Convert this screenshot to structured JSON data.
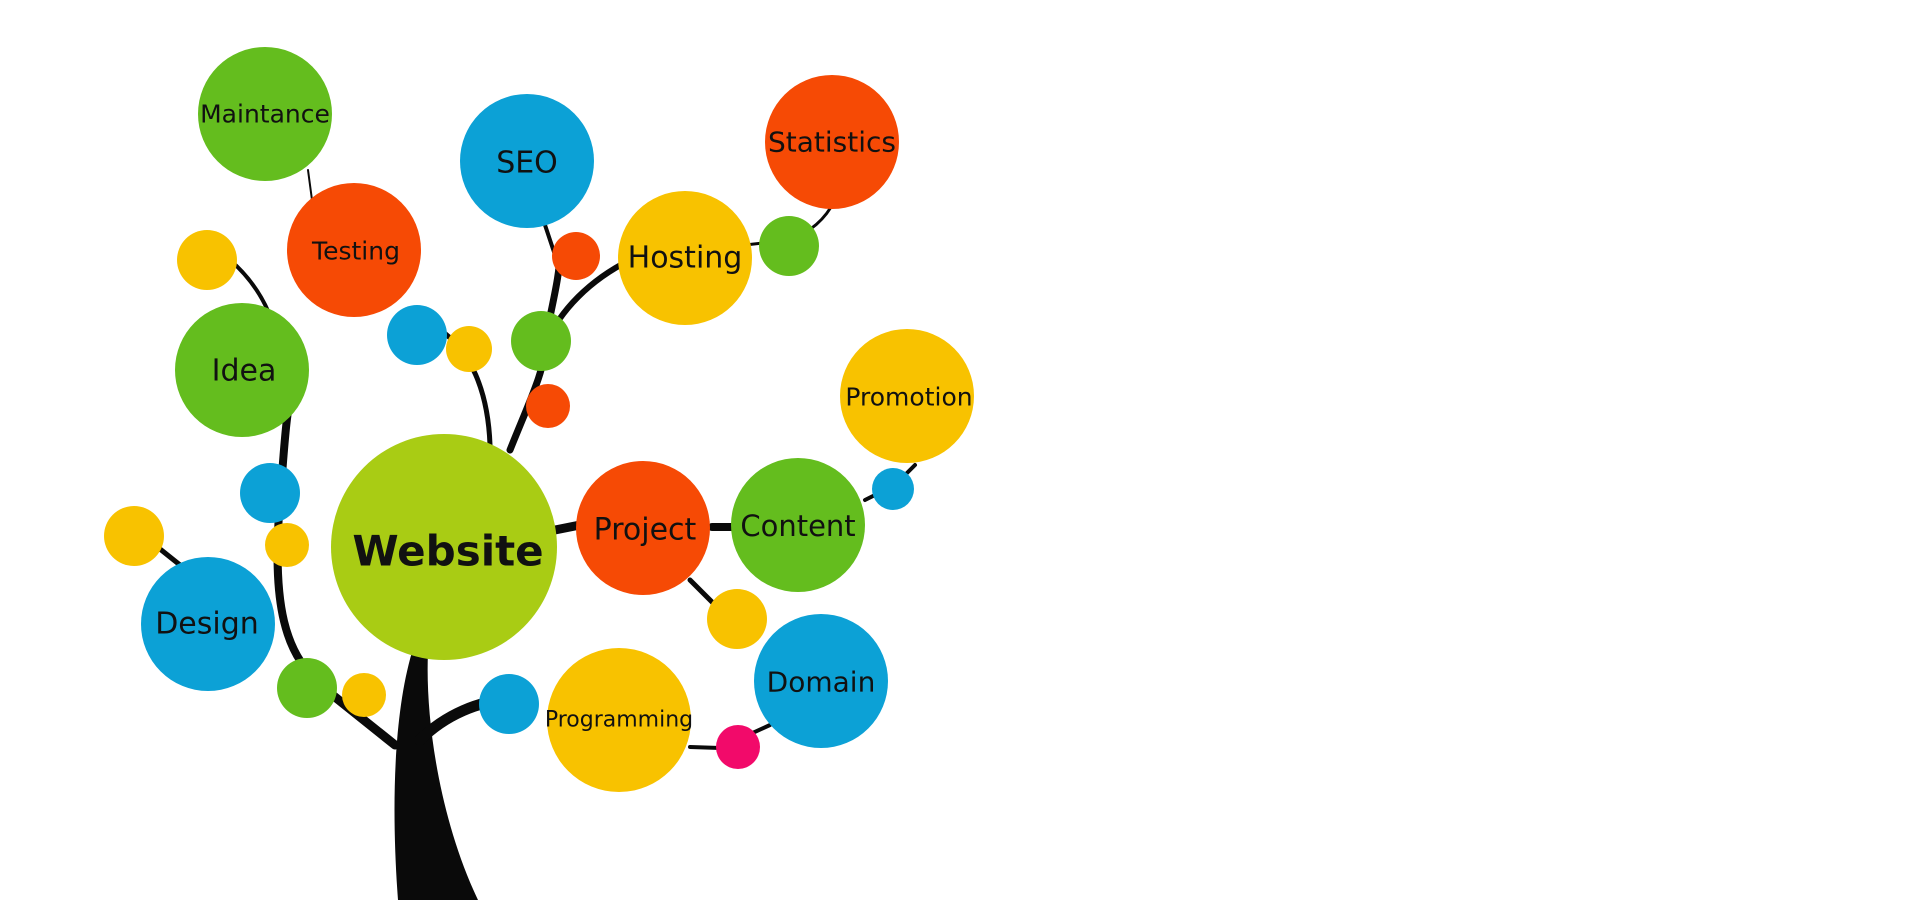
{
  "colors": {
    "green": "#64bd1e",
    "lime": "#a9cc14",
    "red": "#f64a05",
    "blue": "#0ca1d6",
    "yellow": "#f8c200",
    "pink": "#f20a6a",
    "trunk": "#0a0a0a"
  },
  "nodes": {
    "website": {
      "label": "Website",
      "color": "lime"
    },
    "maintance": {
      "label": "Maintance",
      "color": "green"
    },
    "seo": {
      "label": "SEO",
      "color": "blue"
    },
    "statistics": {
      "label": "Statistics",
      "color": "red"
    },
    "testing": {
      "label": "Testing",
      "color": "red"
    },
    "hosting": {
      "label": "Hosting",
      "color": "yellow"
    },
    "idea": {
      "label": "Idea",
      "color": "green"
    },
    "promotion": {
      "label": "Promotion",
      "color": "yellow"
    },
    "project": {
      "label": "Project",
      "color": "red"
    },
    "content": {
      "label": "Content",
      "color": "green"
    },
    "design": {
      "label": "Design",
      "color": "blue"
    },
    "domain": {
      "label": "Domain",
      "color": "blue"
    },
    "programming": {
      "label": "Programming",
      "color": "yellow"
    }
  }
}
